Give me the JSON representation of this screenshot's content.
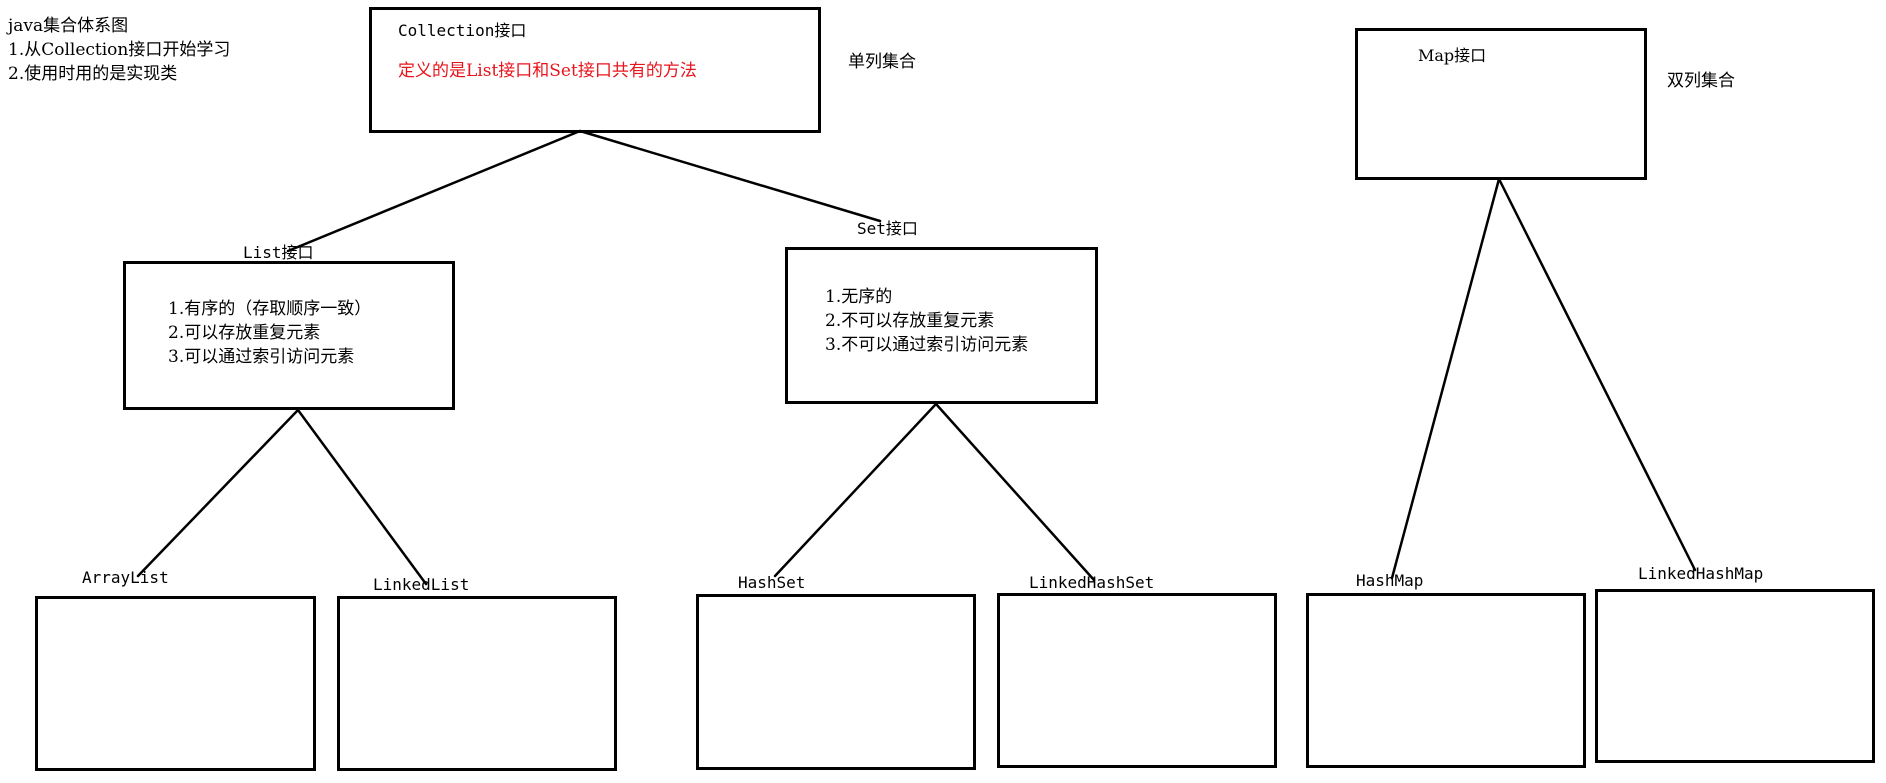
{
  "title": {
    "heading": "java集合体系图",
    "note1": "1.从Collection接口开始学习",
    "note2": "2.使用时用的是实现类"
  },
  "collection": {
    "name": "Collection接口",
    "desc": "定义的是List接口和Set接口共有的方法",
    "group_label": "单列集合"
  },
  "list": {
    "name": "List接口",
    "features": [
      "1.有序的（存取顺序一致）",
      "2.可以存放重复元素",
      "3.可以通过索引访问元素"
    ]
  },
  "set": {
    "name": "Set接口",
    "features": [
      "1.无序的",
      "2.不可以存放重复元素",
      "3.不可以通过索引访问元素"
    ]
  },
  "map": {
    "name": "Map接口",
    "group_label": "双列集合"
  },
  "implementations": {
    "arraylist": "ArrayList",
    "linkedlist": "LinkedList",
    "hashset": "HashSet",
    "linkedhashset": "LinkedHashSet",
    "hashmap": "HashMap",
    "linkedhashmap": "LinkedHashMap"
  },
  "colors": {
    "accent_red": "#e8141c",
    "stroke": "#000000"
  }
}
